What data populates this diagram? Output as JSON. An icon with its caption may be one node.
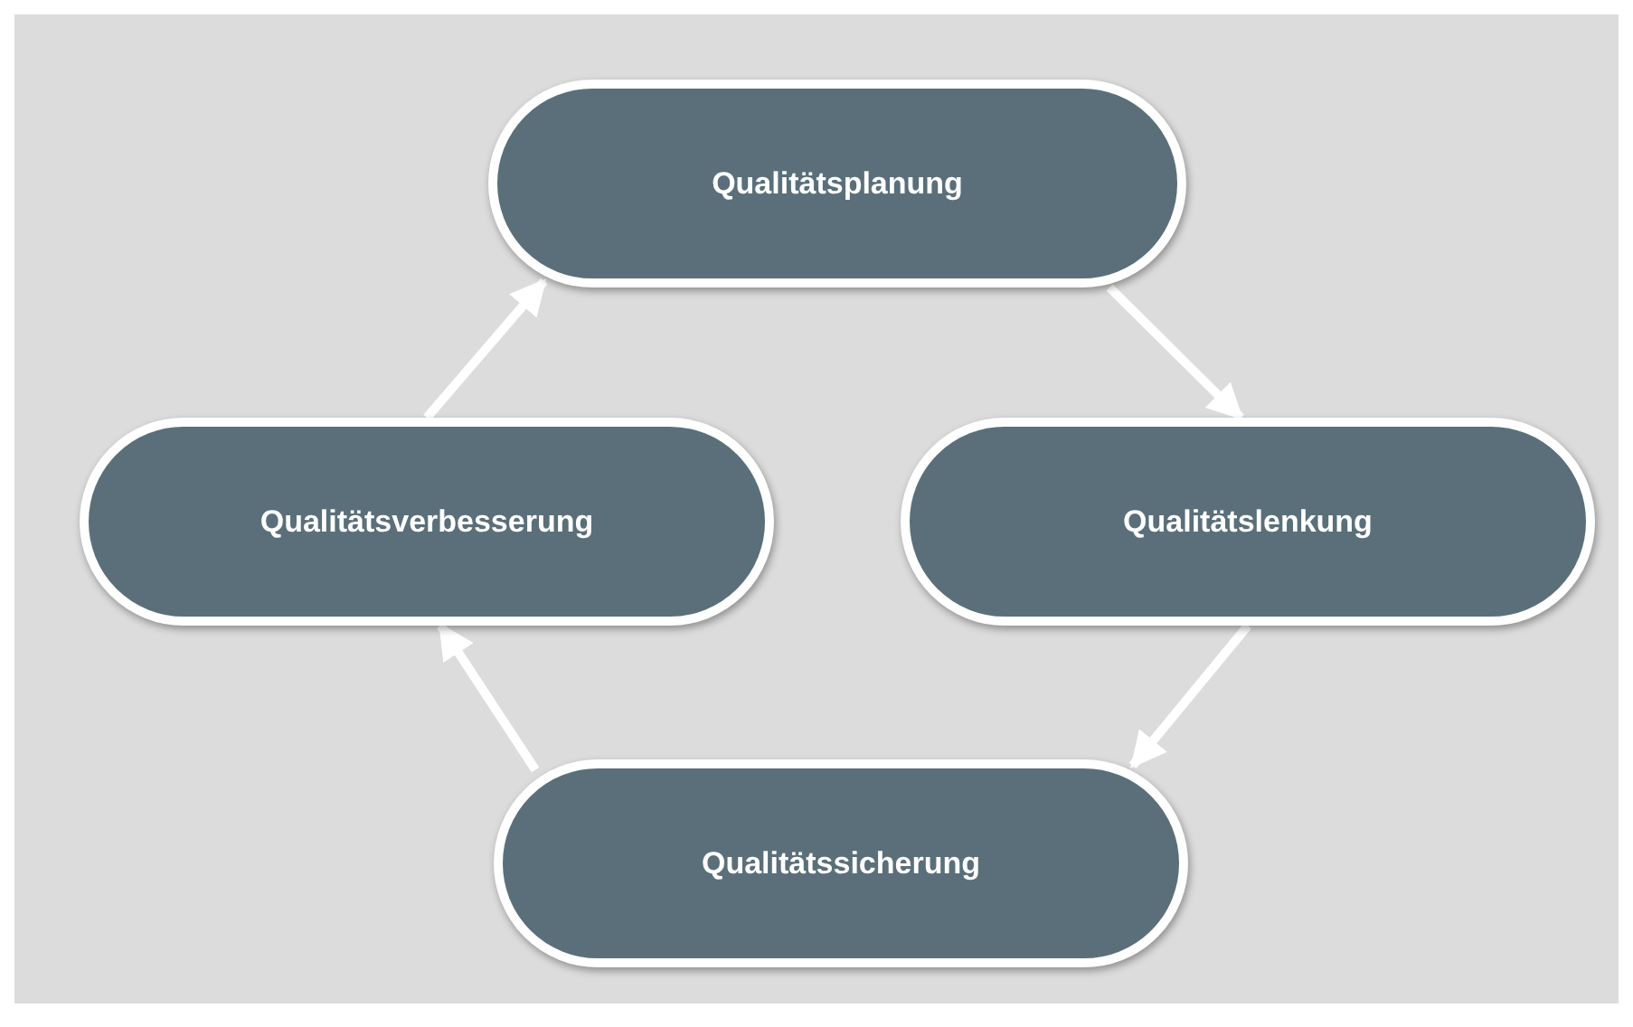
{
  "diagram": {
    "nodes": [
      {
        "text": [
          "Qualitätsplanung"
        ]
      },
      {
        "text": [
          "Qualitätslenkung"
        ]
      },
      {
        "text": [
          "Qualitätssicherung"
        ]
      },
      {
        "text": [
          "Qualitätsverbesserung"
        ]
      }
    ],
    "edges": [
      {
        "from": 0,
        "to": 1,
        "arrow": "to"
      },
      {
        "from": 1,
        "to": 2,
        "arrow": "to"
      },
      {
        "from": 2,
        "to": 3,
        "arrow": "to"
      },
      {
        "from": 3,
        "to": 0,
        "arrow": "to"
      }
    ]
  }
}
